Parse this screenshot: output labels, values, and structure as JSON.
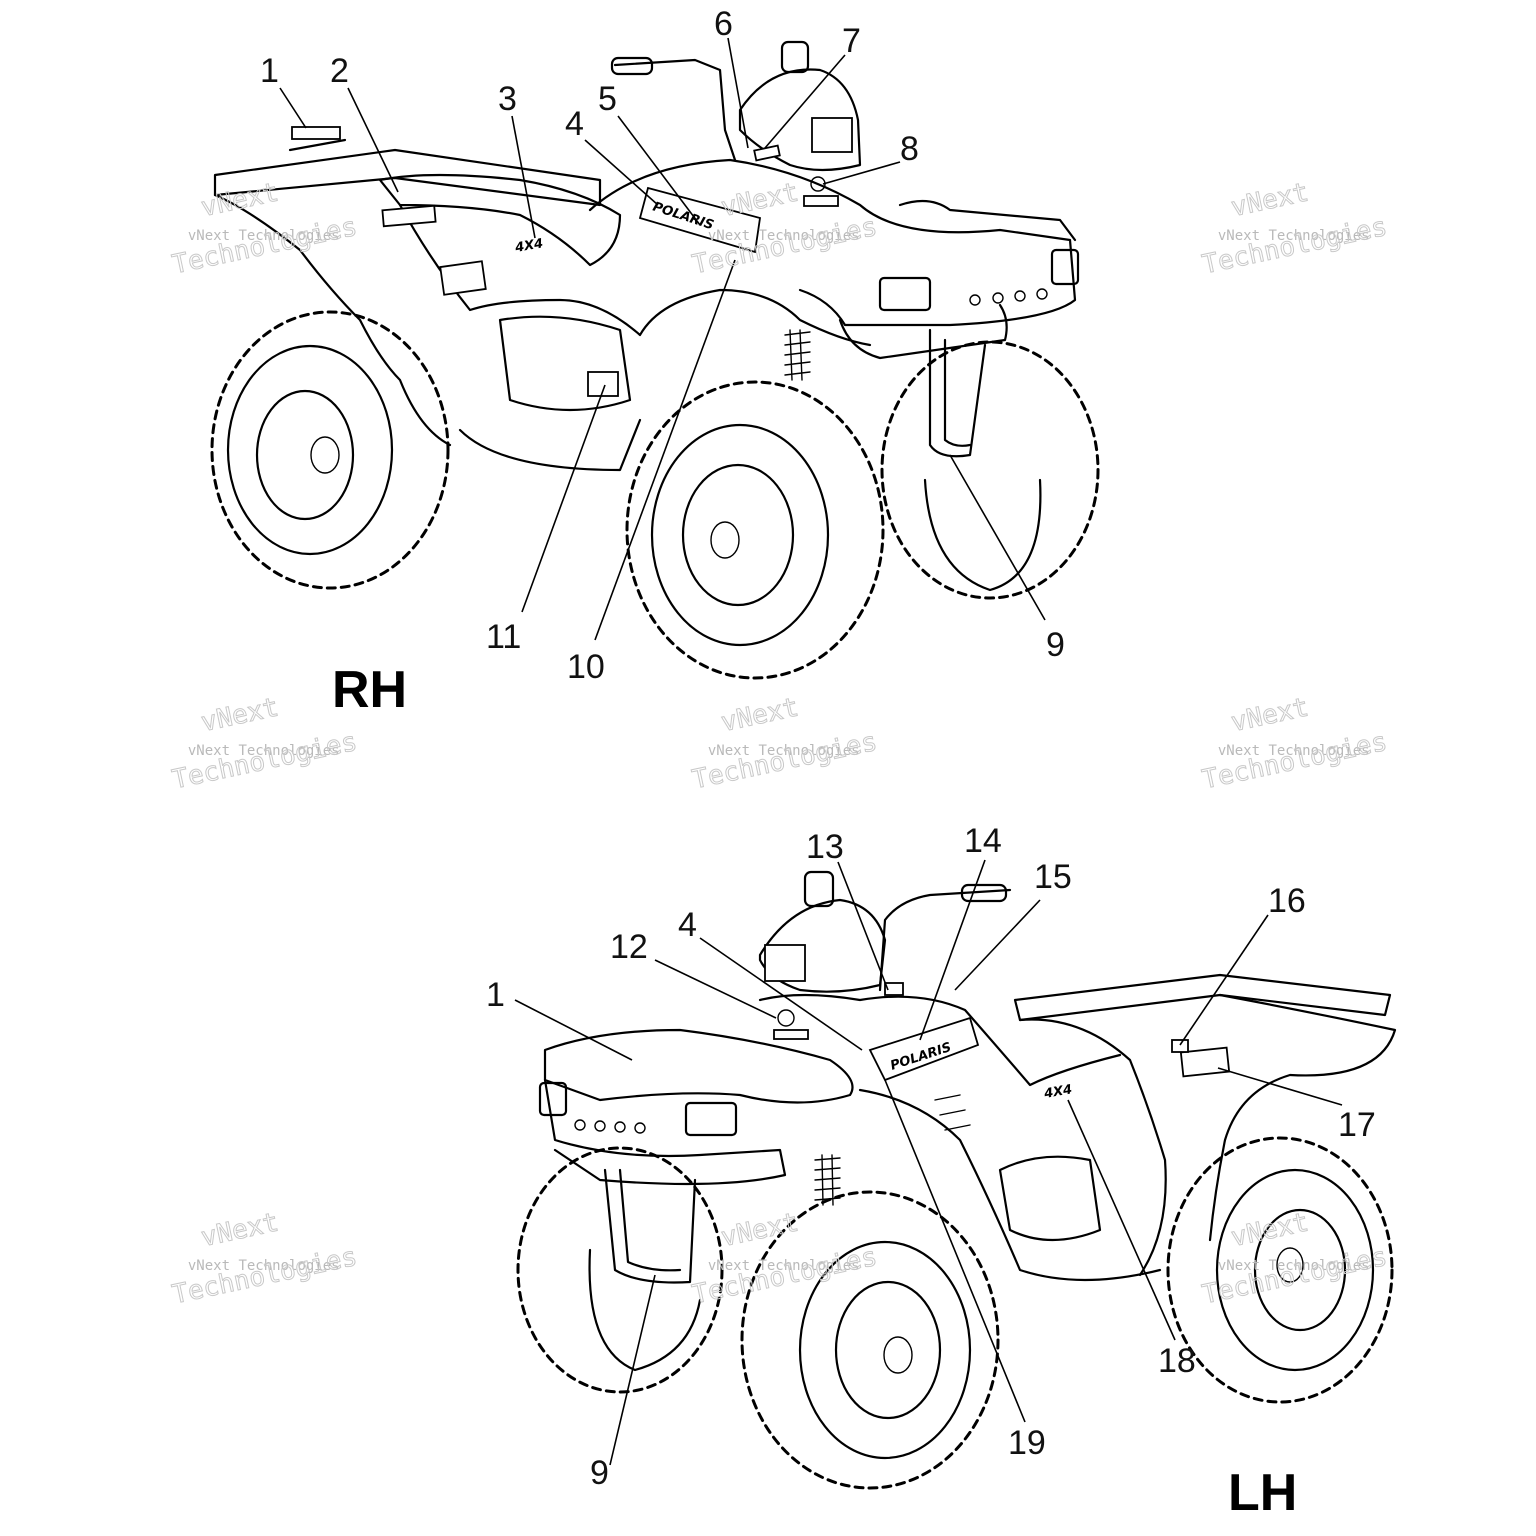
{
  "views": [
    {
      "id": "rh",
      "label": "RH",
      "callouts": [
        "1",
        "2",
        "3",
        "4",
        "5",
        "6",
        "7",
        "8",
        "9",
        "10",
        "11"
      ]
    },
    {
      "id": "lh",
      "label": "LH",
      "callouts": [
        "1",
        "4",
        "9",
        "12",
        "13",
        "14",
        "15",
        "16",
        "17",
        "18",
        "19"
      ]
    }
  ],
  "watermark": {
    "line1": "vNext",
    "line2": "vNext Technologies",
    "line3": "Technologies"
  },
  "decals": {
    "brand_stripe": "POLARIS",
    "badge": "4X4"
  }
}
